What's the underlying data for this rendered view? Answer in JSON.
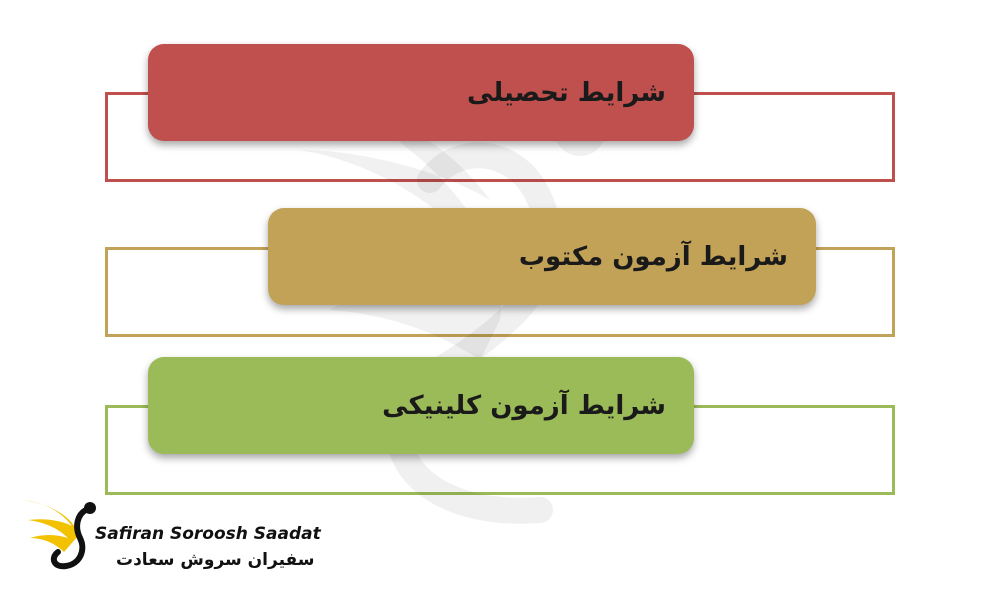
{
  "items": [
    {
      "label": "شرایط تحصیلی",
      "color": "#c0504d"
    },
    {
      "label": "شرایط آزمون مکتوب",
      "color": "#c2a256"
    },
    {
      "label": "شرایط آزمون کلینیکی",
      "color": "#9bbb59"
    }
  ],
  "logo": {
    "name_en": "Safiran Soroosh Saadat",
    "name_fa": "سفیران سروش سعادت"
  }
}
